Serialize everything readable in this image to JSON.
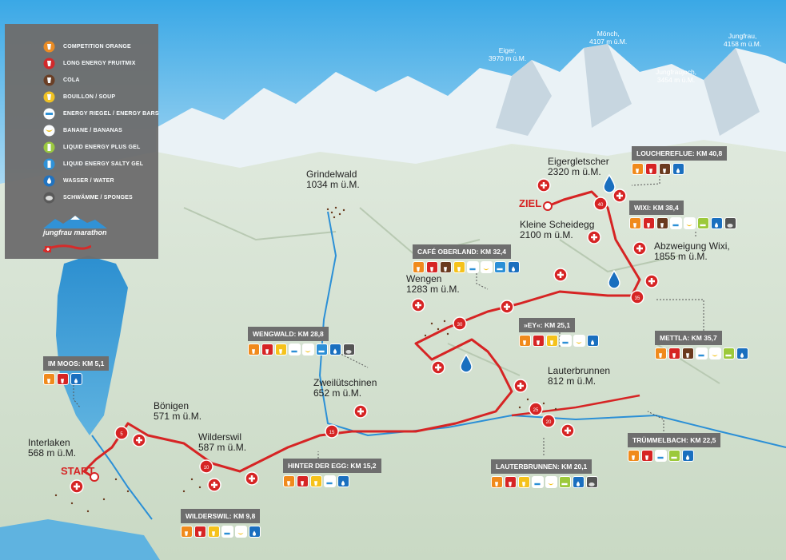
{
  "legend": {
    "items": [
      {
        "label": "COMPETITION ORANGE",
        "icon": "orange-cup-icon",
        "color": "#f08a1c"
      },
      {
        "label": "LONG ENERGY FRUITMIX",
        "icon": "red-cup-icon",
        "color": "#d62424"
      },
      {
        "label": "COLA",
        "icon": "cola-cup-icon",
        "color": "#6a3a1e"
      },
      {
        "label": "BOUILLON / SOUP",
        "icon": "soup-cup-icon",
        "color": "#f5c21b"
      },
      {
        "label": "ENERGY RIEGEL / ENERGY BARS",
        "icon": "energy-bar-icon",
        "color": "#ffffff"
      },
      {
        "label": "BANANE / BANANAS",
        "icon": "banana-icon",
        "color": "#ffffff"
      },
      {
        "label": "LIQUID ENERGY PLUS GEL",
        "icon": "plus-gel-icon",
        "color": "#9cc93a"
      },
      {
        "label": "LIQUID ENERGY SALTY GEL",
        "icon": "salty-gel-icon",
        "color": "#2b8fd6"
      },
      {
        "label": "WASSER / WATER",
        "icon": "water-drop-icon",
        "color": "#1a6fbf"
      },
      {
        "label": "SCHWÄMME / SPONGES",
        "icon": "sponge-icon",
        "color": "#555555"
      }
    ],
    "logo": {
      "brand": "jungfrau",
      "brand2": "marathon"
    }
  },
  "peaks": [
    {
      "name": "Eiger,",
      "alt": "3970 m ü.M."
    },
    {
      "name": "Mönch,",
      "alt": "4107 m ü.M."
    },
    {
      "name": "Jungfraujoch,",
      "alt": "3454 m ü.M."
    },
    {
      "name": "Jungfrau,",
      "alt": "4158 m ü.M."
    }
  ],
  "places": [
    {
      "name": "Grindelwald",
      "alt": "1034 m ü.M."
    },
    {
      "name": "Eigergletscher",
      "alt": "2320 m ü.M."
    },
    {
      "name": "Kleine Scheidegg",
      "alt": "2100 m ü.M."
    },
    {
      "name": "Abzweigung Wixi,",
      "alt": "1855 m ü.M."
    },
    {
      "name": "Wengen",
      "alt": "1283 m ü.M."
    },
    {
      "name": "Lauterbrunnen",
      "alt": "812 m ü.M."
    },
    {
      "name": "Zweilütschinen",
      "alt": "652 m ü.M."
    },
    {
      "name": "Bönigen",
      "alt": "571 m ü.M."
    },
    {
      "name": "Wilderswil",
      "alt": "587 m ü.M."
    },
    {
      "name": "Interlaken",
      "alt": "568 m ü.M."
    }
  ],
  "markers": {
    "start": "START",
    "ziel": "ZIEL",
    "km_prefix": "KM"
  },
  "km_markers": [
    "5",
    "10",
    "15",
    "20",
    "25",
    "30",
    "35",
    "40"
  ],
  "stations": [
    {
      "name": "IM MOOS: KM 5,1",
      "icons": [
        "orange-cup-icon",
        "red-cup-icon",
        "water-drop-icon"
      ]
    },
    {
      "name": "WILDERSWIL: KM 9,8",
      "icons": [
        "orange-cup-icon",
        "red-cup-icon",
        "soup-cup-icon",
        "energy-bar-icon",
        "banana-icon",
        "water-drop-icon"
      ]
    },
    {
      "name": "HINTER DER EGG: KM 15,2",
      "icons": [
        "orange-cup-icon",
        "red-cup-icon",
        "soup-cup-icon",
        "energy-bar-icon",
        "water-drop-icon"
      ]
    },
    {
      "name": "WENGWALD: KM 28,8",
      "icons": [
        "orange-cup-icon",
        "red-cup-icon",
        "soup-cup-icon",
        "energy-bar-icon",
        "banana-icon",
        "salty-gel-icon",
        "water-drop-icon",
        "sponge-icon"
      ]
    },
    {
      "name": "CAFÉ OBERLAND: KM 32,4",
      "icons": [
        "orange-cup-icon",
        "red-cup-icon",
        "cola-cup-icon",
        "soup-cup-icon",
        "energy-bar-icon",
        "banana-icon",
        "salty-gel-icon",
        "water-drop-icon"
      ]
    },
    {
      "name": "»EY«: KM 25,1",
      "icons": [
        "orange-cup-icon",
        "red-cup-icon",
        "soup-cup-icon",
        "energy-bar-icon",
        "banana-icon",
        "water-drop-icon"
      ]
    },
    {
      "name": "LAUTERBRUNNEN: KM 20,1",
      "icons": [
        "orange-cup-icon",
        "red-cup-icon",
        "soup-cup-icon",
        "energy-bar-icon",
        "banana-icon",
        "plus-gel-icon",
        "water-drop-icon",
        "sponge-icon"
      ]
    },
    {
      "name": "TRÜMMELBACH: KM 22,5",
      "icons": [
        "orange-cup-icon",
        "red-cup-icon",
        "energy-bar-icon",
        "plus-gel-icon",
        "water-drop-icon"
      ]
    },
    {
      "name": "METTLA: KM 35,7",
      "icons": [
        "orange-cup-icon",
        "red-cup-icon",
        "cola-cup-icon",
        "energy-bar-icon",
        "banana-icon",
        "plus-gel-icon",
        "water-drop-icon"
      ]
    },
    {
      "name": "WIXI: KM 38,4",
      "icons": [
        "orange-cup-icon",
        "red-cup-icon",
        "cola-cup-icon",
        "energy-bar-icon",
        "banana-icon",
        "plus-gel-icon",
        "water-drop-icon",
        "sponge-icon"
      ]
    },
    {
      "name": "LOUCHEREFLUE: KM 40,8",
      "icons": [
        "orange-cup-icon",
        "red-cup-icon",
        "cola-cup-icon",
        "water-drop-icon"
      ]
    }
  ]
}
